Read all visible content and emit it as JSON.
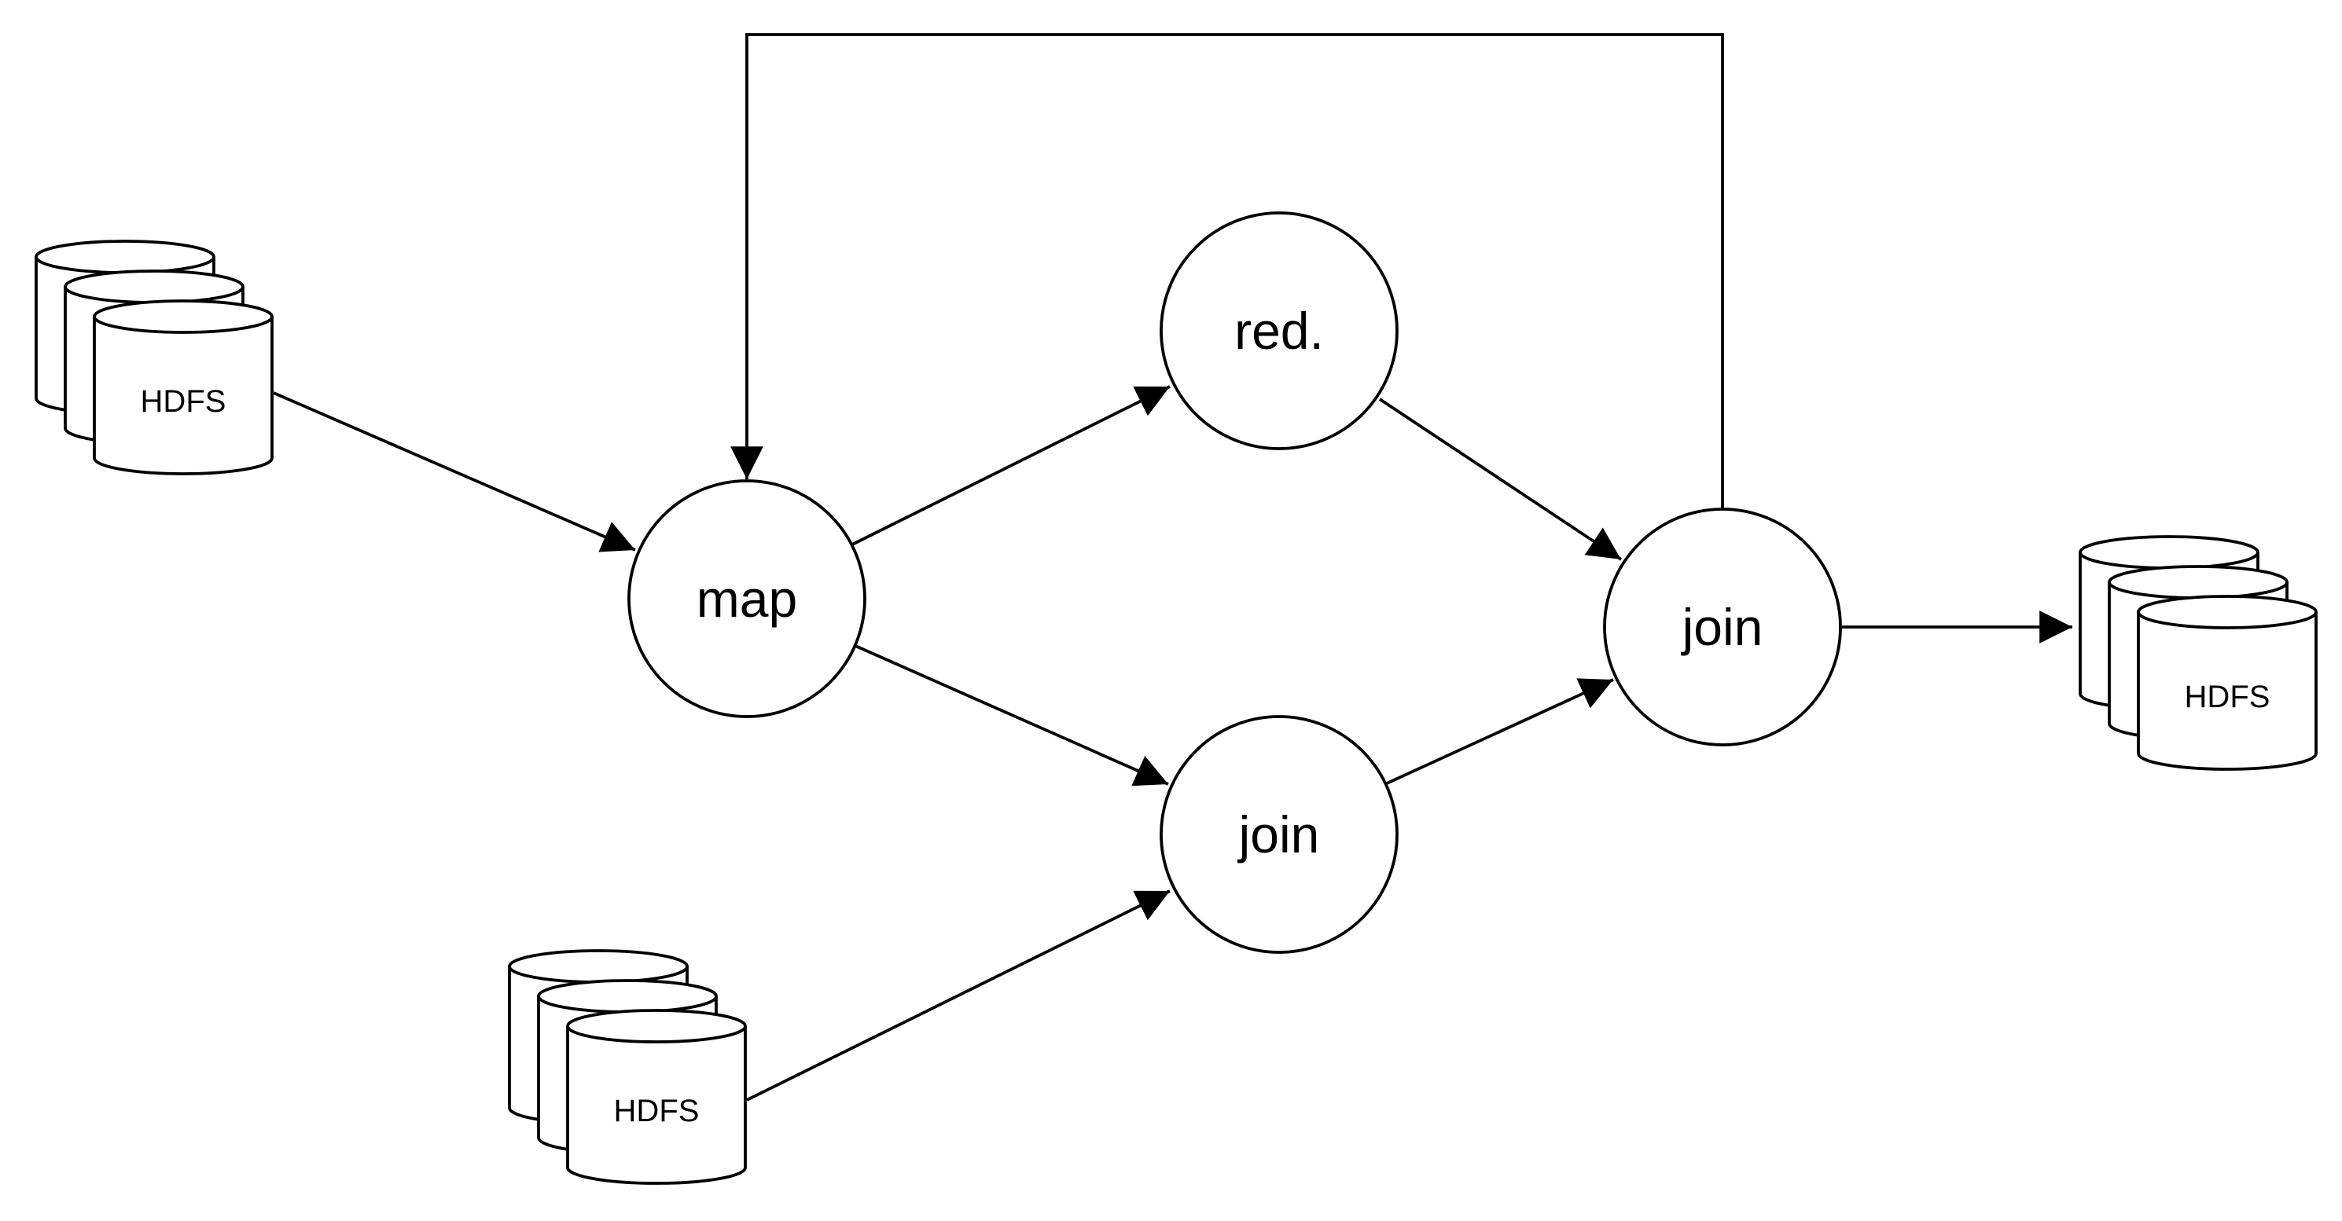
{
  "nodes": {
    "map": {
      "label": "map"
    },
    "reduce": {
      "label": "red."
    },
    "join_mid": {
      "label": "join"
    },
    "join_right": {
      "label": "join"
    }
  },
  "stores": {
    "input_top": {
      "label": "HDFS"
    },
    "input_bottom": {
      "label": "HDFS"
    },
    "output": {
      "label": "HDFS"
    }
  },
  "edges": [
    {
      "from": "input_top",
      "to": "map"
    },
    {
      "from": "map",
      "to": "reduce"
    },
    {
      "from": "map",
      "to": "join_mid"
    },
    {
      "from": "input_bottom",
      "to": "join_mid"
    },
    {
      "from": "reduce",
      "to": "join_right"
    },
    {
      "from": "join_mid",
      "to": "join_right"
    },
    {
      "from": "join_right",
      "to": "output"
    },
    {
      "from": "join_right",
      "to": "map"
    }
  ]
}
